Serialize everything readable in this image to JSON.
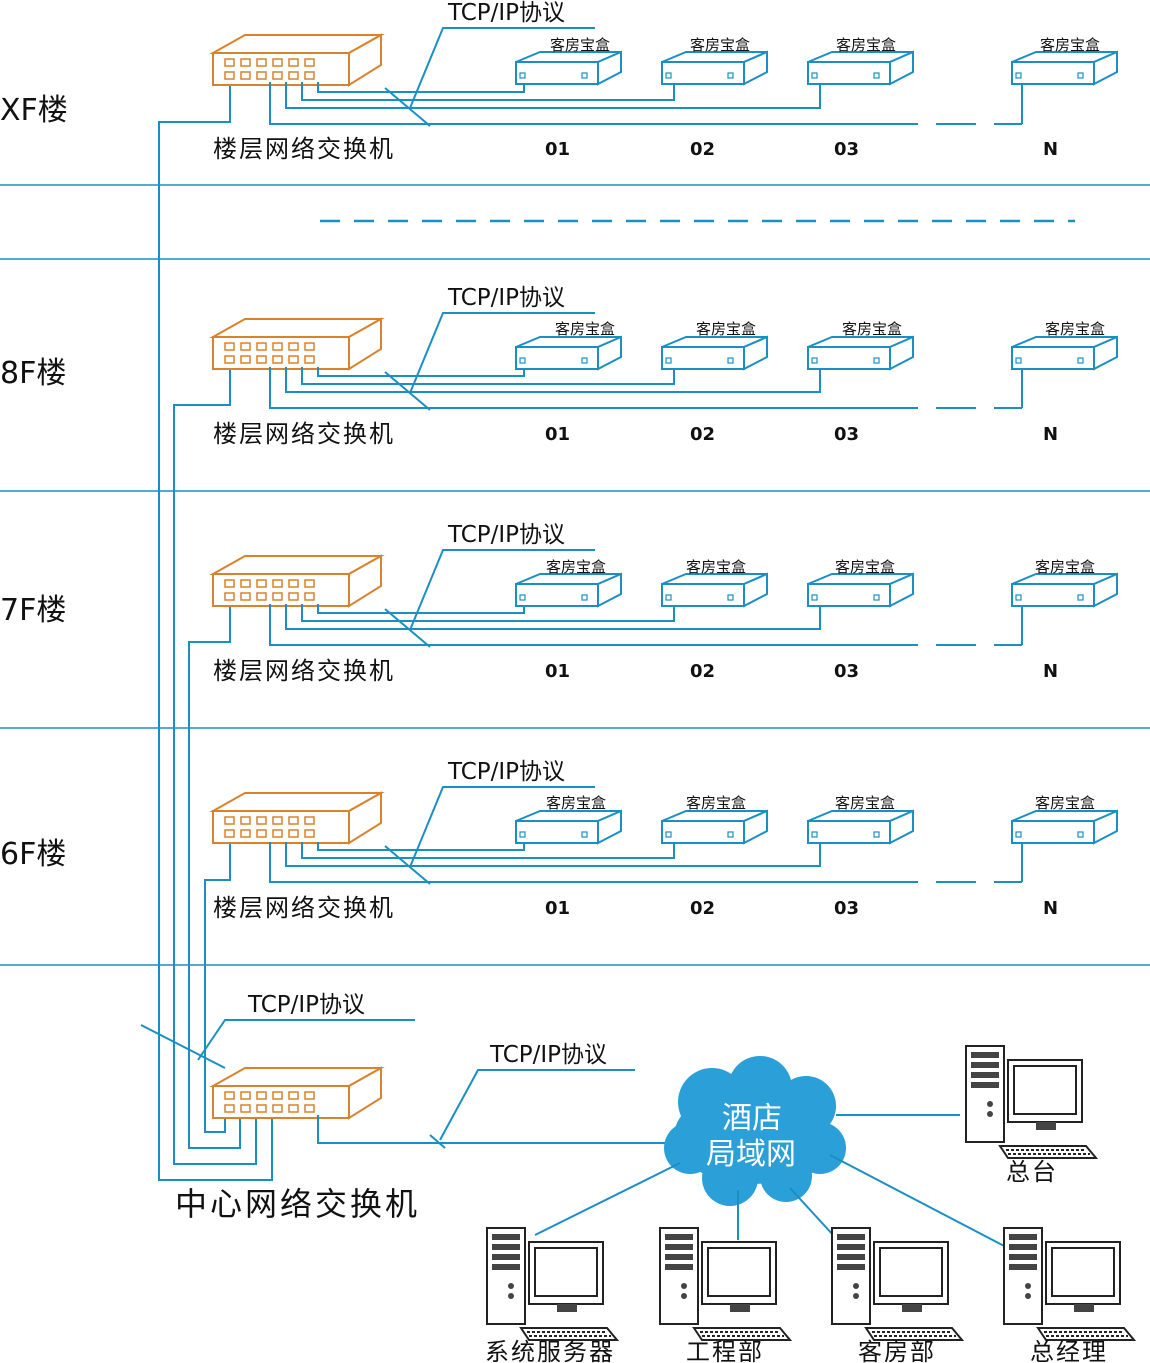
{
  "protocol_label": "TCP/IP协议",
  "floor_switch_label": "楼层网络交换机",
  "room_box_label": "客房宝盒",
  "room_numbers": [
    "01",
    "02",
    "03",
    "N"
  ],
  "floors": [
    {
      "label": "XF楼"
    },
    {
      "label": "8F楼"
    },
    {
      "label": "7F楼"
    },
    {
      "label": "6F楼"
    }
  ],
  "center": {
    "switch_label": "中心网络交换机",
    "protocol_left": "TCP/IP协议",
    "protocol_right": "TCP/IP协议"
  },
  "lan": {
    "line1": "酒店",
    "line2": "局域网"
  },
  "terminals": {
    "front_desk": "总台",
    "server": "系统服务器",
    "engineering": "工程部",
    "housekeeping": "客房部",
    "gm": "总经理"
  },
  "colors": {
    "line": "#1a8fc4",
    "switch": "#d9822b",
    "cloud": "#2a9fd8"
  }
}
